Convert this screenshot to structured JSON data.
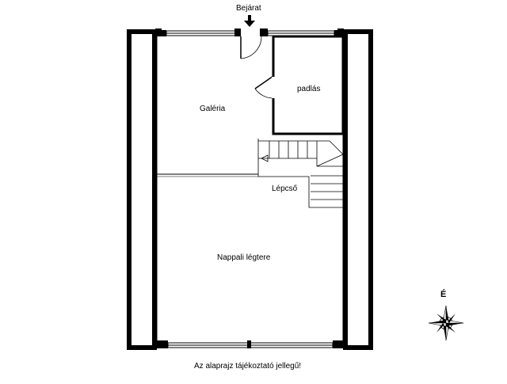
{
  "plan": {
    "entrance_label": "Bejárat",
    "rooms": {
      "galeria": "Galéria",
      "padlas": "padlás",
      "lepcso": "Lépcső",
      "nappali": "Nappali légtere"
    },
    "north_label": "É",
    "footnote": "Az alaprajz tájékoztató jellegű!"
  },
  "colors": {
    "wall": "#000000",
    "background": "#ffffff",
    "thin_line": "#333333"
  }
}
